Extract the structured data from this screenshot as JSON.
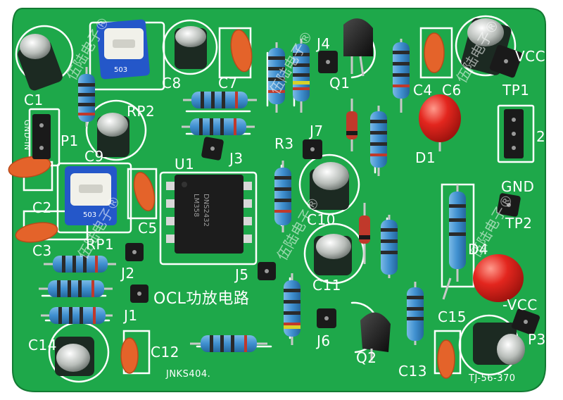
{
  "board": {
    "title": "OCL功放电路",
    "model_code": "JNKS404.",
    "part_code": "TJ-56-370",
    "watermark": "伍陆电子®",
    "ic_marking": "DNS2432\nLM358",
    "pot_marking": "503"
  },
  "labels": {
    "C1": "C1",
    "C2": "C2",
    "C3": "C3",
    "C4": "C4",
    "C5": "C5",
    "C6": "C6",
    "C7": "C7",
    "C8": "C8",
    "C9": "C9",
    "C10": "C10",
    "C11": "C11",
    "C12": "C12",
    "C13": "C13",
    "C14": "C14",
    "C15": "C15",
    "RP1": "RP1",
    "RP2": "RP2",
    "P1": "P1",
    "R3": "R3",
    "U1": "U1",
    "Q1": "Q1",
    "Q2": "Q2",
    "D1": "D1",
    "D4": "D4",
    "J1": "J1",
    "J2": "J2",
    "J3": "J3",
    "J4": "J4",
    "J5": "J5",
    "J6": "J6",
    "J7": "J7",
    "TP1": "TP1",
    "TP2": "TP2",
    "TP3": "P3",
    "VCC": "VCC",
    "NVCC": "-VCC",
    "GND": "GND",
    "GND_IN": "GND-IN",
    "TP_2": "2"
  },
  "colors": {
    "pcb": "#1ea84a",
    "pcb_dark": "#158a3a",
    "silk": "#ffffff",
    "ic_body": "#1c1c1c",
    "pot_body": "#2457c9",
    "cap_ceramic": "#e4632a",
    "led_red": "#e3261e",
    "resistor_blue": "#3f8fcf",
    "electrolytic": "#1c2a22"
  }
}
